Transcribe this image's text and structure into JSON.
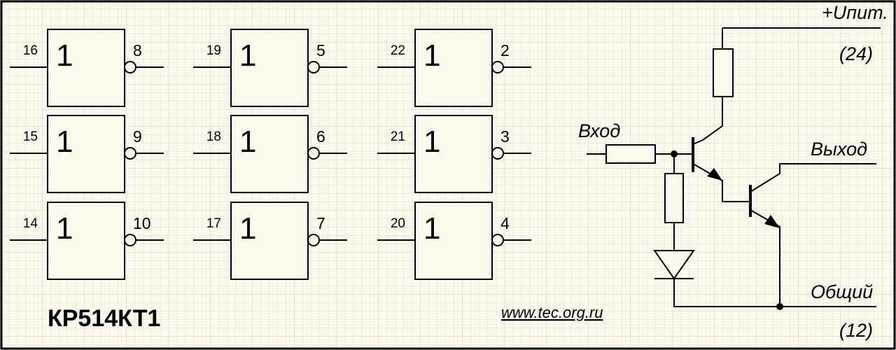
{
  "chip_name": "КР514КТ1",
  "website": "www.tec.org.ru",
  "gates": [
    {
      "symbol": "1",
      "in_pin": "16",
      "out_pin": "8"
    },
    {
      "symbol": "1",
      "in_pin": "15",
      "out_pin": "9"
    },
    {
      "symbol": "1",
      "in_pin": "14",
      "out_pin": "10"
    },
    {
      "symbol": "1",
      "in_pin": "19",
      "out_pin": "5"
    },
    {
      "symbol": "1",
      "in_pin": "18",
      "out_pin": "6"
    },
    {
      "symbol": "1",
      "in_pin": "17",
      "out_pin": "7"
    },
    {
      "symbol": "1",
      "in_pin": "22",
      "out_pin": "2"
    },
    {
      "symbol": "1",
      "in_pin": "21",
      "out_pin": "3"
    },
    {
      "symbol": "1",
      "in_pin": "20",
      "out_pin": "4"
    }
  ],
  "circuit": {
    "supply_label": "+Uпит.",
    "supply_pin": "(24)",
    "input_label": "Вход",
    "output_label": "Выход",
    "common_label": "Общий",
    "common_pin": "(12)"
  },
  "colors": {
    "background": "#fbf8ec",
    "grid_minor": "#e2dfcf",
    "grid_major": "#cfcbb8",
    "ink": "#000000"
  }
}
